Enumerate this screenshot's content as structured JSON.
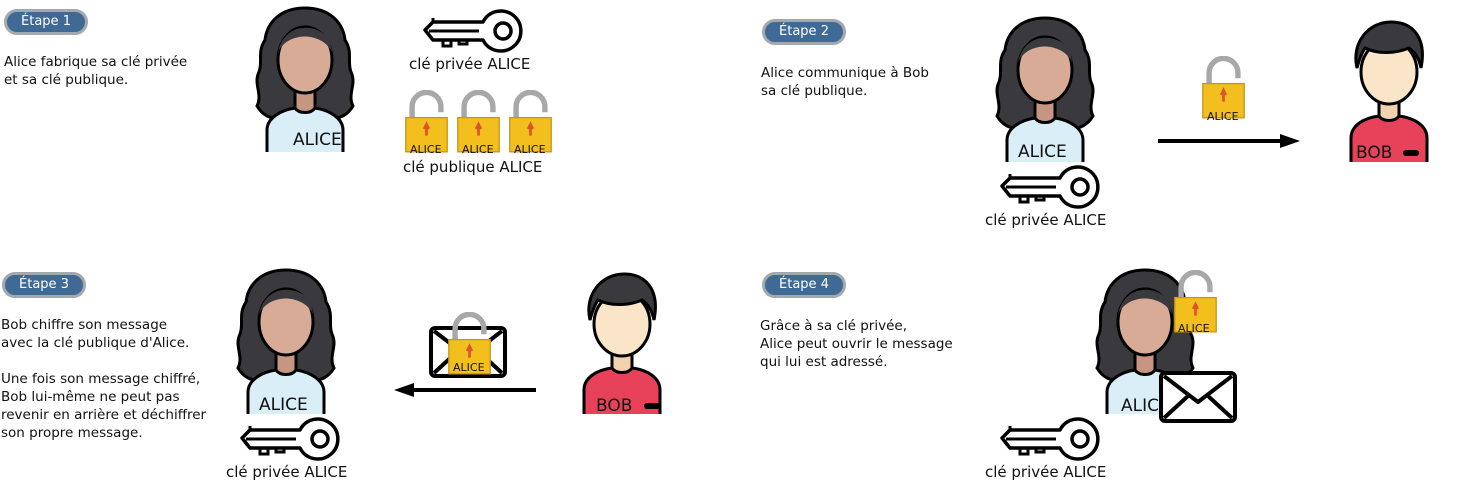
{
  "steps": [
    {
      "badge": "Étape 1",
      "text": "Alice fabrique sa clé privée\net sa clé publique."
    },
    {
      "badge": "Étape 2",
      "text": "Alice communique à Bob\nsa clé publique."
    },
    {
      "badge": "Étape 3",
      "text": "Bob chiffre son message\navec la clé publique d'Alice.\n\nUne fois son message chiffré,\nBob lui-même ne peut pas\nrevenir en arrière et déchiffrer\nson propre message."
    },
    {
      "badge": "Étape 4",
      "text": "Grâce à sa clé privée,\nAlice peut ouvrir le message\nqui lui est adressé."
    }
  ],
  "labels": {
    "alice": "ALICE",
    "bob": "BOB",
    "private_key": "clé privée ALICE",
    "public_key": "clé publique ALICE",
    "lock_tag": "ALICE"
  },
  "colors": {
    "badge_bg": "#3f6a95",
    "badge_border": "#a4a9ae",
    "alice_hair": "#3a3a3e",
    "alice_skin": "#d8ab96",
    "alice_shirt": "#d9eef7",
    "bob_hair": "#3a3a3e",
    "bob_skin": "#fbe5c8",
    "bob_shirt": "#e8425a",
    "lock_body": "#f3bf1f",
    "lock_shackle": "#a8a8a8",
    "keyhole": "#d9552a"
  }
}
